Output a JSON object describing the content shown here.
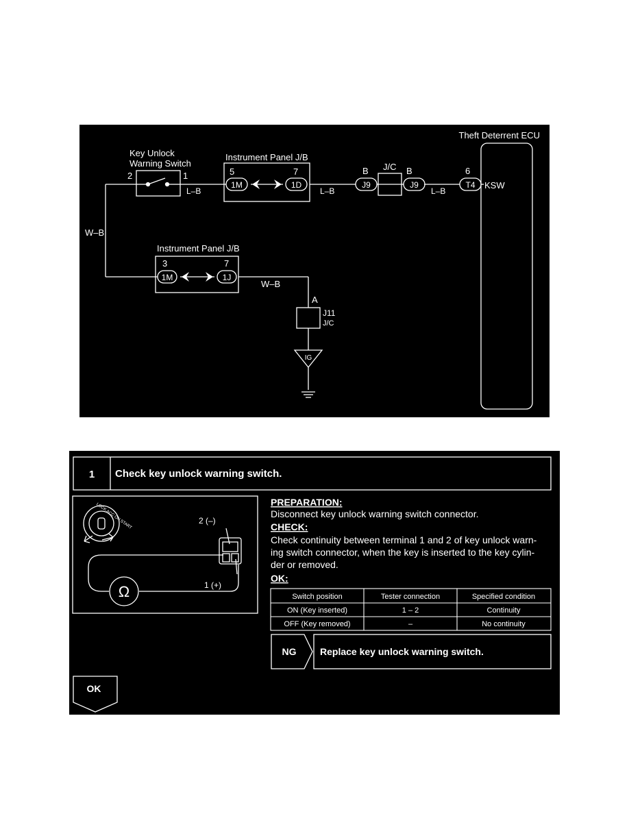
{
  "wiring": {
    "ecu_label": "Theft Deterrent ECU",
    "switch_label_1": "Key Unlock",
    "switch_label_2": "Warning Switch",
    "switch_pin_left": "2",
    "switch_pin_right": "1",
    "jb_top_label": "Instrument Panel J/B",
    "jb_top_pin_left": "5",
    "jb_top_pin_right": "7",
    "jb_top_conn_left": "1M",
    "jb_top_conn_right": "1D",
    "wire_lb_1": "L–B",
    "wire_lb_2": "L–B",
    "wire_lb_3": "L–B",
    "jc_label": "J/C",
    "jc_pin_left": "B",
    "jc_pin_right": "B",
    "jc_conn_left": "J9",
    "jc_conn_right": "J9",
    "ecu_pin": "6",
    "ecu_conn": "T4",
    "ecu_terminal": "KSW",
    "wire_wb_left": "W–B",
    "jb_bottom_label": "Instrument Panel J/B",
    "jb_bottom_pin_left": "3",
    "jb_bottom_pin_right": "7",
    "jb_bottom_conn_left": "1M",
    "jb_bottom_conn_right": "1J",
    "wire_wb_bottom": "W–B",
    "j11_pin": "A",
    "j11_label": "J11",
    "j11_sub": "J/C",
    "ig_label": "IG"
  },
  "procedure": {
    "step_number": "1",
    "step_title": "Check key unlock warning switch.",
    "illustration": {
      "pin_neg": "2 (–)",
      "pin_pos": "1 (+)",
      "ohm": "Ω",
      "cyl_text": "LOCK ACC ON START"
    },
    "preparation_heading": "PREPARATION:",
    "preparation_text": "Disconnect key unlock warning switch connector.",
    "check_heading": "CHECK:",
    "check_line_1": "Check continuity between terminal 1 and 2 of key unlock warn-",
    "check_line_2": "ing switch connector, when the key is inserted to the key cylin-",
    "check_line_3": "der or removed.",
    "ok_heading": "OK:",
    "table": {
      "headers": [
        "Switch position",
        "Tester connection",
        "Specified condition"
      ],
      "rows": [
        [
          "ON (Key inserted)",
          "1 – 2",
          "Continuity"
        ],
        [
          "OFF (Key removed)",
          "–",
          "No continuity"
        ]
      ]
    },
    "ng_label": "NG",
    "ng_action": "Replace key unlock warning switch.",
    "ok_label": "OK"
  }
}
